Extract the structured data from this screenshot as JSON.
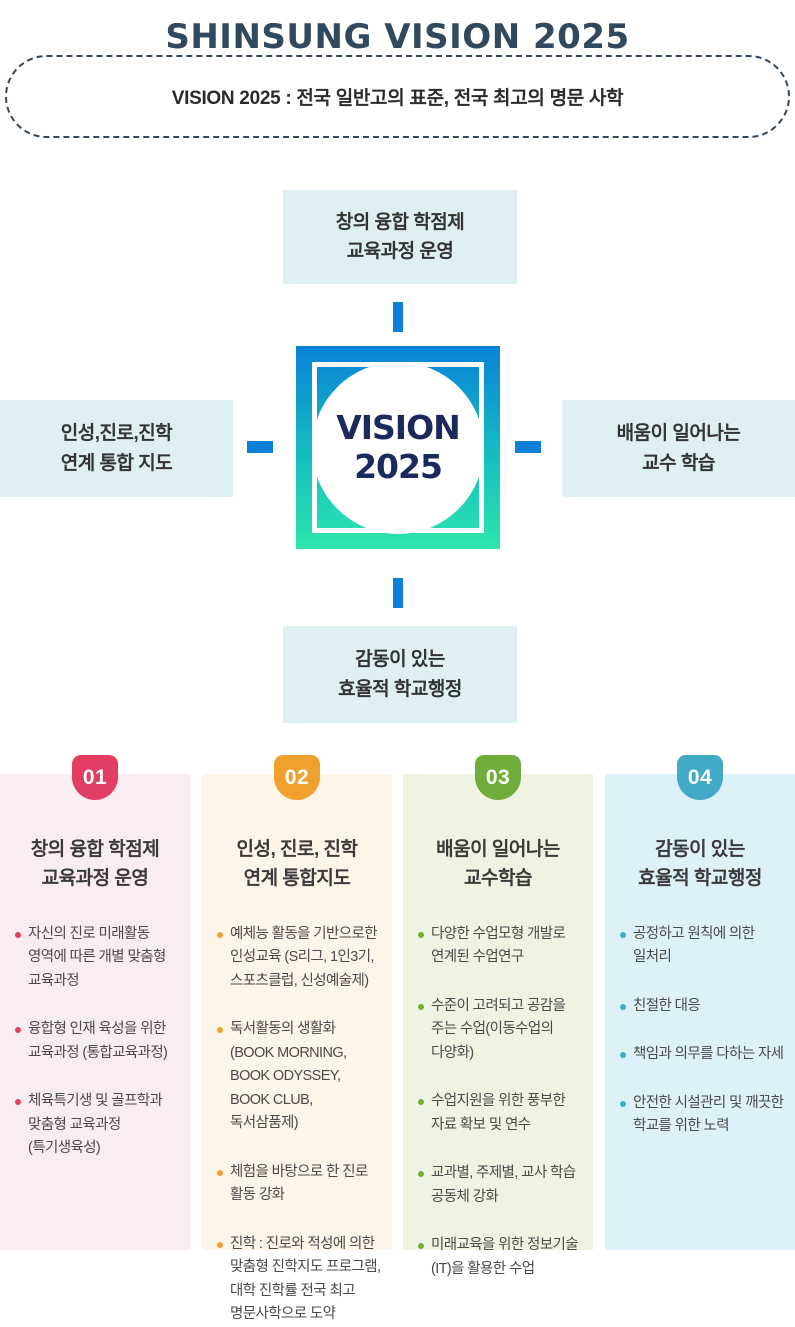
{
  "header": {
    "title": "SHINSUNG VISION 2025",
    "banner": "VISION 2025 : 전국 일반고의 표준, 전국 최고의 명문 사학"
  },
  "diagram": {
    "center": "VISION\n2025",
    "top_box": "창의 융합 학점제\n교육과정 운영",
    "left_box": "인성,진로,진학\n연계 통합 지도",
    "right_box": "배움이 일어나는\n교수 학습",
    "bottom_box": "감동이 있는\n효율적 학교행정"
  },
  "colors": {
    "title_navy": "#30495e",
    "banner_border": "#32475a",
    "connector_blue": "#0b80d7",
    "gradient_top": "#0a82d8",
    "gradient_bottom": "#2de6ac",
    "center_navy": "#1b2a5c",
    "side_box_bg": "#def0f1"
  },
  "pillars": [
    {
      "number": "01",
      "accent": "#e23d63",
      "bg": "#faedf0",
      "title": "창의 융합 학점제\n교육과정 운영",
      "bullets": [
        "자신의 진로 미래활동 영역에 따른 개별 맞춤형 교육과정",
        "융합형 인재 육성을 위한 교육과정 (통합교육과정)",
        "체육특기생 및 골프학과 맞춤형 교육과정 (특기생육성)"
      ]
    },
    {
      "number": "02",
      "accent": "#f0a12d",
      "bg": "#fdf5e7",
      "title": "인성, 진로, 진학\n연계 통합지도",
      "bullets": [
        "예체능 활동을 기반으로한 인성교육 (S리그, 1인3기, 스포츠클럽, 신성예술제)",
        "독서활동의 생활화 (BOOK MORNING, BOOK ODYSSEY, BOOK CLUB, 독서삼품제)",
        "체험을 바탕으로 한 진로 활동 강화",
        "진학 : 진로와 적성에 의한 맞춤형 진학지도 프로그램, 대학 진학률 전국 최고 명문사학으로 도약"
      ]
    },
    {
      "number": "03",
      "accent": "#70ad3a",
      "bg": "#eef3e2",
      "title": "배움이 일어나는\n교수학습",
      "bullets": [
        "다양한 수업모형 개발로 연계된 수업연구",
        "수준이 고려되고 공감을 주는 수업(이동수업의 다양화)",
        "수업지원을 위한 풍부한 자료 확보 및 연수",
        "교과별, 주제별, 교사 학습 공동체 강화",
        "미래교육을 위한 정보기술 (IT)을 활용한 수업"
      ]
    },
    {
      "number": "04",
      "accent": "#41abc7",
      "bg": "#dcf1f8",
      "title": "감동이 있는\n효율적 학교행정",
      "bullets": [
        "공정하고 원칙에 의한 일처리",
        "친절한 대응",
        "책임과 의무를 다하는 자세",
        "안전한 시설관리 및 깨끗한 학교를 위한 노력"
      ]
    }
  ]
}
